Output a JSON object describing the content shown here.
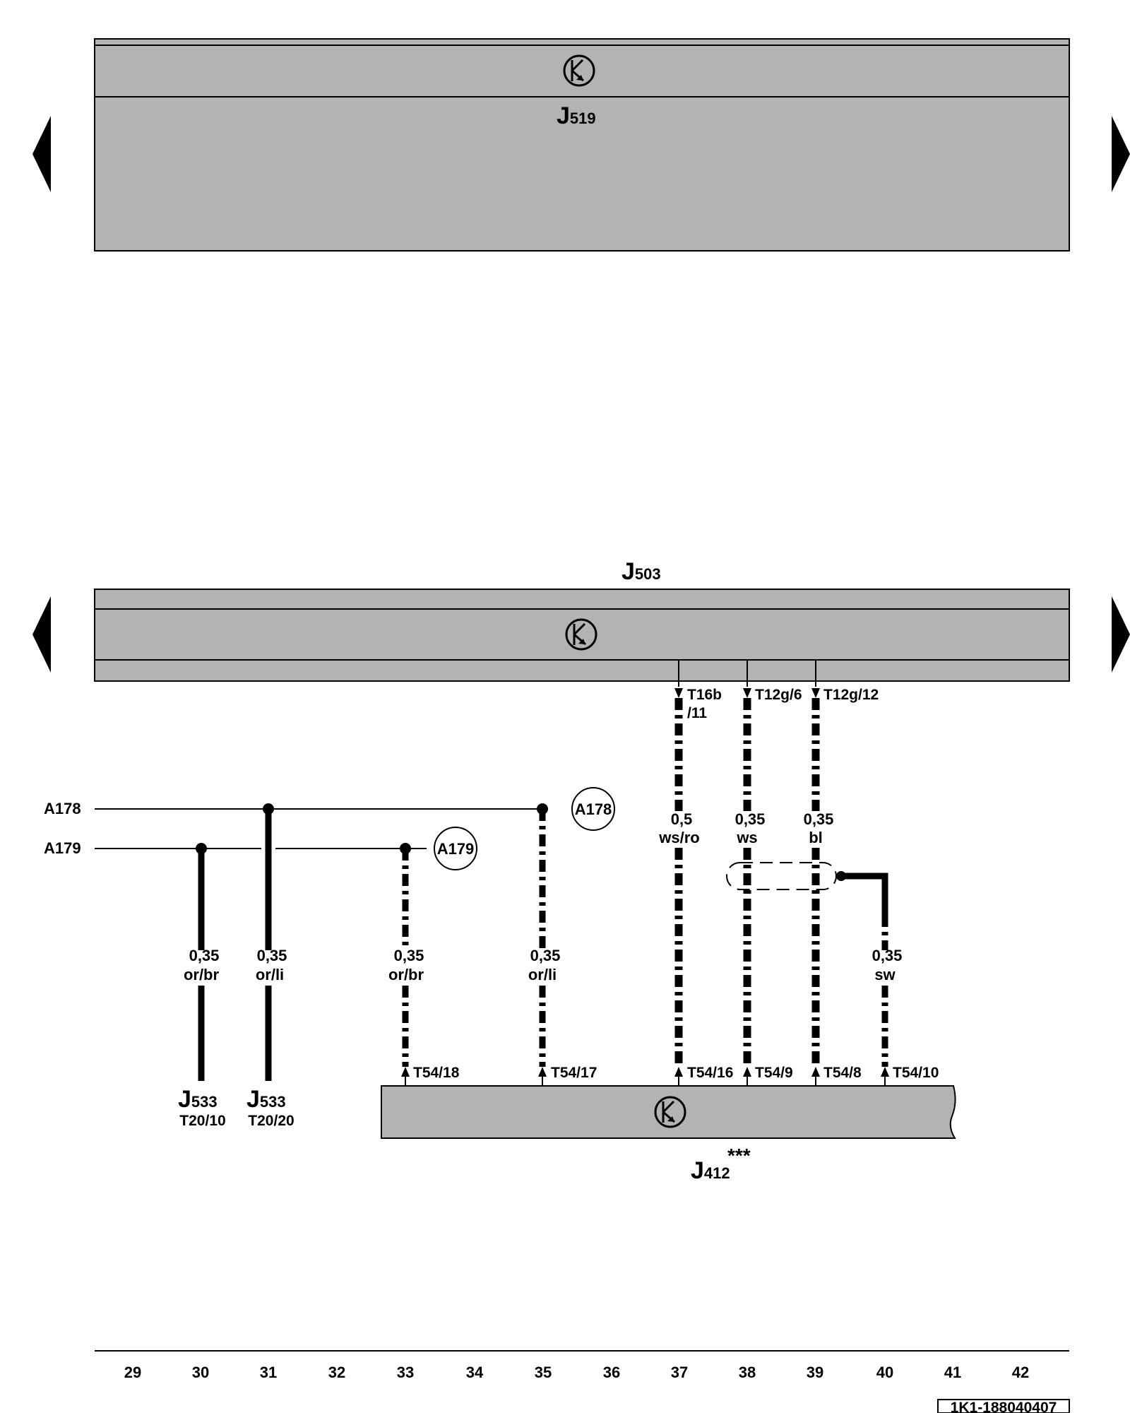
{
  "components": {
    "j519": {
      "main": "J",
      "sub": "519"
    },
    "j503": {
      "main": "J",
      "sub": "503"
    },
    "j412": {
      "main": "J",
      "sub": "412",
      "sup": "***"
    },
    "j533_a": {
      "main": "J",
      "sub": "533",
      "pin": "T20/10"
    },
    "j533_b": {
      "main": "J",
      "sub": "533",
      "pin": "T20/20"
    }
  },
  "buses": [
    {
      "label": "A178"
    },
    {
      "label": "A179"
    }
  ],
  "bus_refs": [
    {
      "label": "A179"
    },
    {
      "label": "A178"
    }
  ],
  "wires": [
    {
      "size": "0,35",
      "color": "or/br"
    },
    {
      "size": "0,35",
      "color": "or/li"
    },
    {
      "size": "0,35",
      "color": "or/br"
    },
    {
      "size": "0,35",
      "color": "or/li"
    },
    {
      "size": "0,5",
      "color": "ws/ro"
    },
    {
      "size": "0,35",
      "color": "ws"
    },
    {
      "size": "0,35",
      "color": "bl"
    },
    {
      "size": "0,35",
      "color": "sw"
    }
  ],
  "top_connectors": [
    {
      "line1": "T16b",
      "line2": "/11"
    },
    {
      "line1": "T12g/6"
    },
    {
      "line1": "T12g/12"
    }
  ],
  "bottom_connectors": [
    "T54/18",
    "T54/17",
    "T54/16",
    "T54/9",
    "T54/8",
    "T54/10"
  ],
  "columns": [
    "29",
    "30",
    "31",
    "32",
    "33",
    "34",
    "35",
    "36",
    "37",
    "38",
    "39",
    "40",
    "41",
    "42"
  ],
  "reference": "1K1-188040407",
  "colors": {
    "panel": "#b3b3b3",
    "line": "#000000",
    "background": "#ffffff"
  },
  "icons": [
    "control-unit-icon",
    "arrow-left-icon",
    "arrow-right-icon",
    "shield-icon"
  ]
}
